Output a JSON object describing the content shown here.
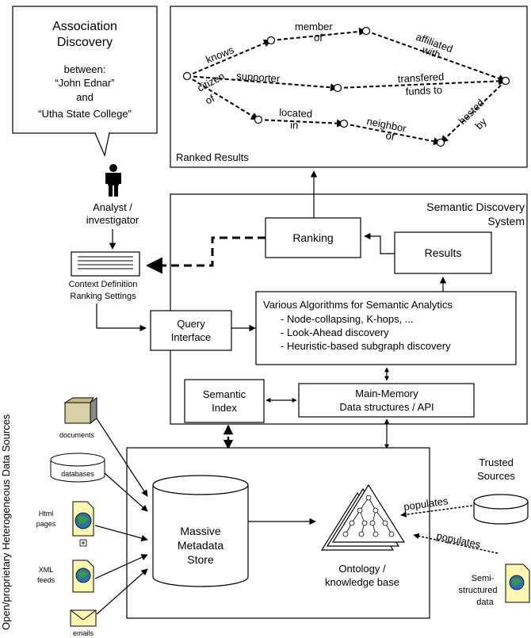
{
  "association_box": {
    "title_line1": "Association",
    "title_line2": "Discovery",
    "between": "between:",
    "entity1": "“John Ednar”",
    "and": "and",
    "entity2": "“Utha State College”"
  },
  "analyst": {
    "line1": "Analyst /",
    "line2": "investigator"
  },
  "ranked_results": {
    "title": "Ranked Results",
    "edges": {
      "knows": "knows",
      "member1": "member",
      "member2": "of",
      "affiliated1": "affiliated",
      "affiliated2": "with",
      "supporter": "supporter",
      "transfered1": "transfered",
      "transfered2": "funds to",
      "citizen1": "citizen",
      "citizen2": "of",
      "located1": "located",
      "located2": "in",
      "neighbor1": "neighbor",
      "neighbor2": "of",
      "hosted1": "hosted",
      "hosted2": "by"
    }
  },
  "semantic_system": {
    "title_line1": "Semantic Discovery",
    "title_line2": "System",
    "ranking": "Ranking",
    "results": "Results",
    "query_line1": "Query",
    "query_line2": "Interface",
    "algorithms": {
      "title": "Various Algorithms for Semantic Analytics",
      "items": [
        "- Node-collapsing, K-hops, ...",
        "- Look-Ahead discovery",
        "- Heuristic-based subgraph discovery"
      ]
    },
    "semantic_index_line1": "Semantic",
    "semantic_index_line2": "Index",
    "main_memory_line1": "Main-Memory",
    "main_memory_line2": "Data structures / API"
  },
  "context": {
    "line1": "Context Definition",
    "line2": "Ranking Settings"
  },
  "sources": {
    "vertical_label": "Open/proprietary Heterogeneous Data  Sources",
    "documents": "documents",
    "databases": "databases",
    "html1": "Html",
    "html2": "pages",
    "xml1": "XML",
    "xml2": "feeds",
    "emails": "emails"
  },
  "store": {
    "line1": "Massive",
    "line2": "Metadata",
    "line3": "Store"
  },
  "ontology": {
    "line1": "Ontology /",
    "line2": "knowledge base"
  },
  "trusted": {
    "line1": "Trusted",
    "line2": "Sources",
    "populates1": "populates",
    "populates2": "populates",
    "semi1": "Semi-",
    "semi2": "structured",
    "semi3": "data"
  }
}
